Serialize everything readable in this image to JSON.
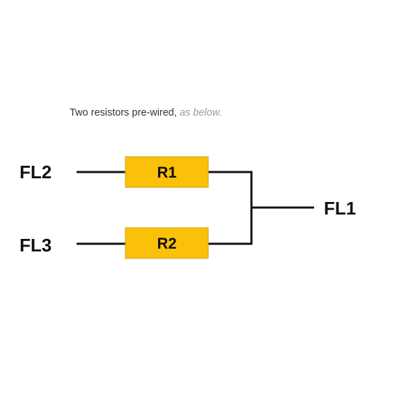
{
  "caption": {
    "text": "Two resistors pre-wired,",
    "emphasis": "as below."
  },
  "terminals": {
    "fl2": "FL2",
    "fl3": "FL3",
    "fl1": "FL1"
  },
  "resistors": {
    "r1": "R1",
    "r2": "R2"
  },
  "colors": {
    "resistor_fill": "#fbc008",
    "wire": "#111111",
    "caption_muted": "#999999"
  }
}
